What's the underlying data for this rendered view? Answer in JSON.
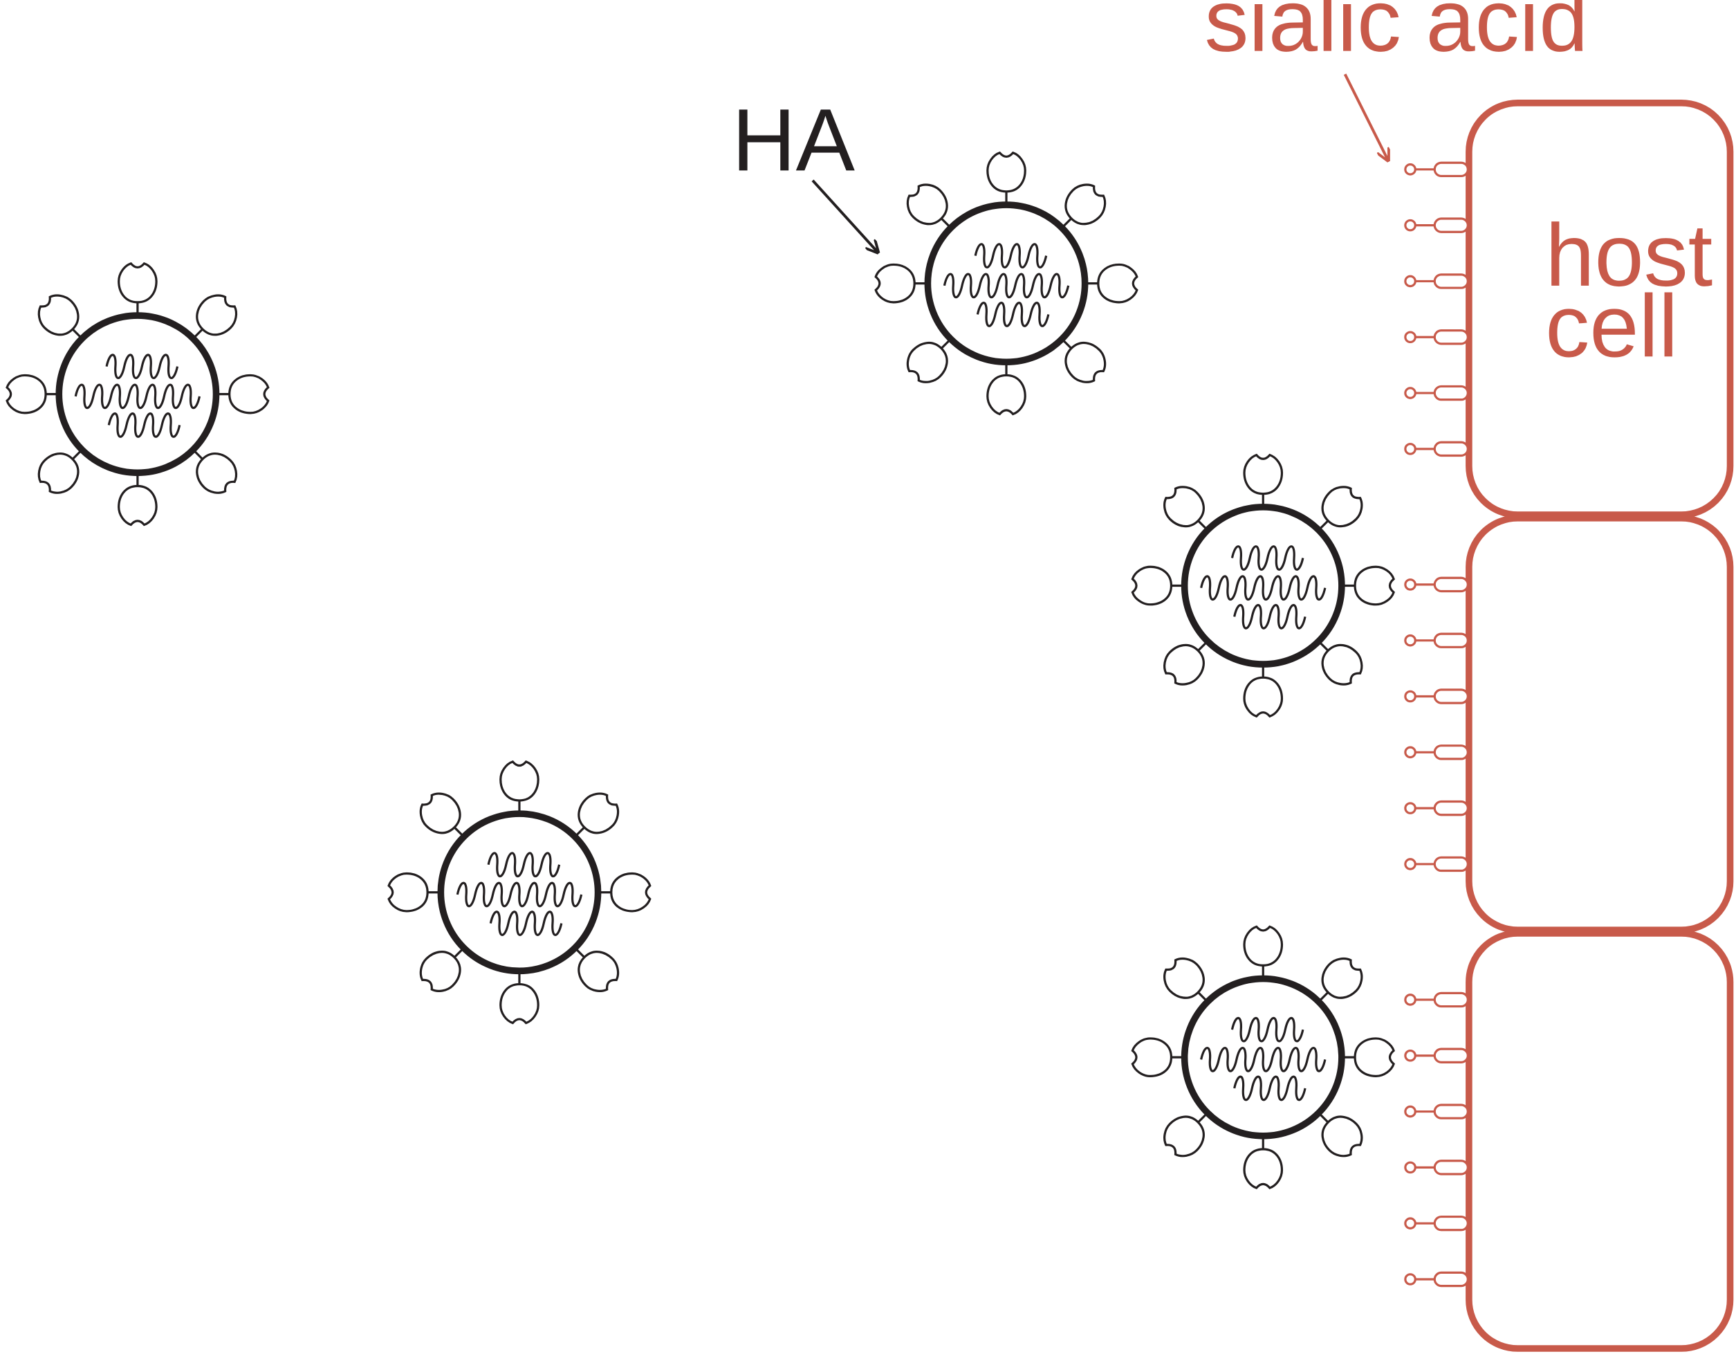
{
  "labels": {
    "ha": "HA",
    "sialic_acid": "sialic acid",
    "host_cell": [
      "host",
      "cell"
    ]
  },
  "colors": {
    "virus": "#231f20",
    "host": "#c85a4a"
  },
  "viruses": [
    {
      "id": "virus-1"
    },
    {
      "id": "virus-2"
    },
    {
      "id": "virus-3"
    },
    {
      "id": "virus-4"
    },
    {
      "id": "virus-5"
    }
  ],
  "host_cells": [
    {
      "id": "host-cell-top"
    },
    {
      "id": "host-cell-middle"
    },
    {
      "id": "host-cell-bottom"
    }
  ]
}
